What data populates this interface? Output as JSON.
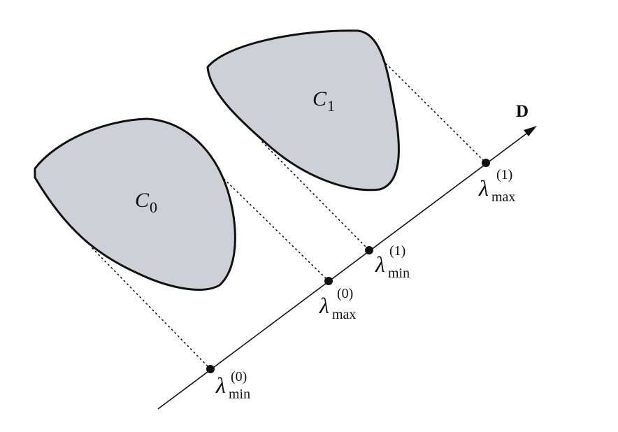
{
  "shapes": {
    "c0": {
      "letter": "C",
      "index": "0"
    },
    "c1": {
      "letter": "C",
      "index": "1"
    }
  },
  "axis": {
    "label": "D"
  },
  "points": {
    "min0": {
      "symbol": "λ",
      "sub": "min",
      "sup": "(0)"
    },
    "max0": {
      "symbol": "λ",
      "sub": "max",
      "sup": "(0)"
    },
    "min1": {
      "symbol": "λ",
      "sub": "min",
      "sup": "(1)"
    },
    "max1": {
      "symbol": "λ",
      "sub": "max",
      "sup": "(1)"
    }
  }
}
